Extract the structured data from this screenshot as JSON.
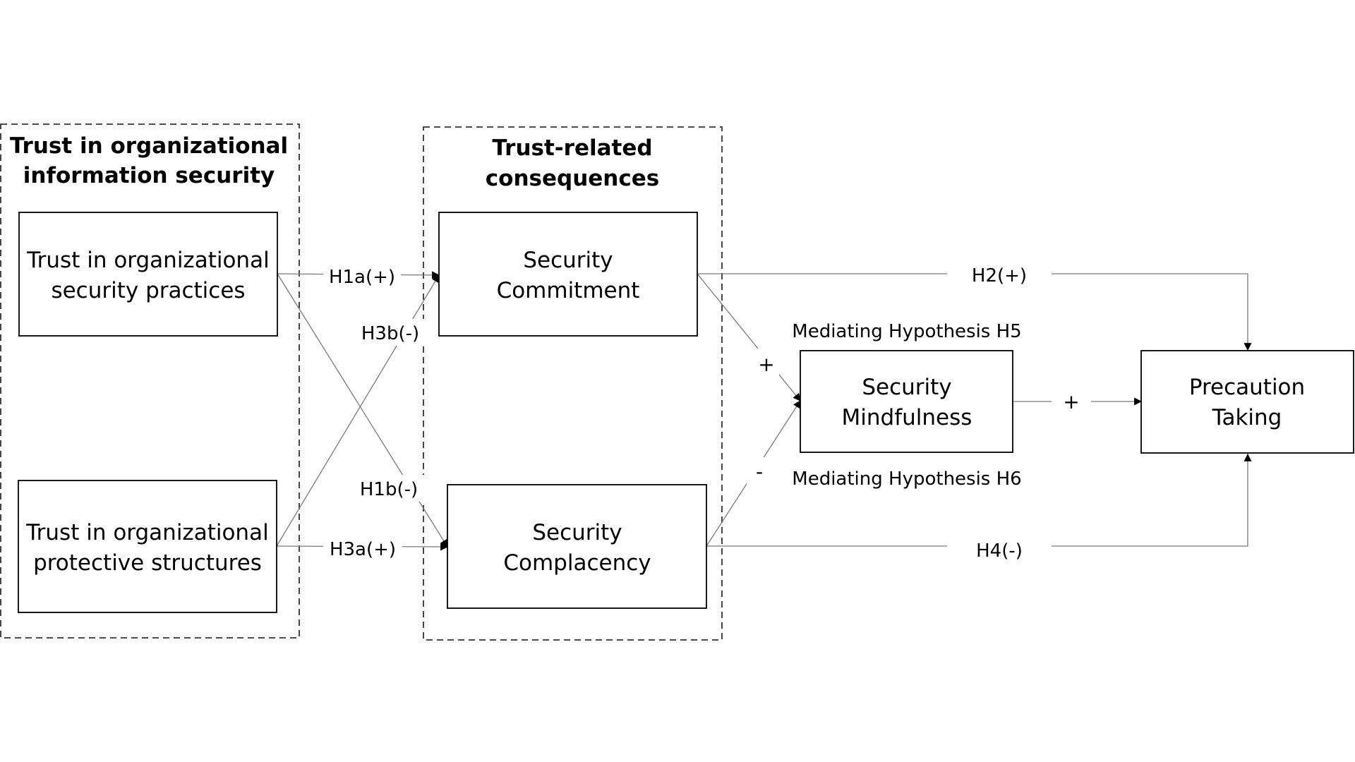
{
  "groups": {
    "trust": {
      "title_line1": "Trust in organizational",
      "title_line2": "information security"
    },
    "consequences": {
      "title_line1": "Trust-related",
      "title_line2": "consequences"
    }
  },
  "nodes": {
    "practices": {
      "line1": "Trust in organizational",
      "line2": "security practices"
    },
    "structures": {
      "line1": "Trust in organizational",
      "line2": "protective structures"
    },
    "commitment": {
      "line1": "Security",
      "line2": "Commitment"
    },
    "complacency": {
      "line1": "Security",
      "line2": "Complacency"
    },
    "mindfulness": {
      "line1": "Security",
      "line2": "Mindfulness"
    },
    "precaution": {
      "line1": "Precaution",
      "line2": "Taking"
    }
  },
  "edge_labels": {
    "h1a": "H1a(+)",
    "h1b": "H1b(-)",
    "h3a": "H3a(+)",
    "h3b": "H3b(-)",
    "h2": "H2(+)",
    "h4": "H4(-)",
    "commit_to_mind": "+",
    "compl_to_mind": "-",
    "mind_to_prec": "+"
  },
  "notes": {
    "h5": "Mediating Hypothesis H5",
    "h6": "Mediating Hypothesis H6"
  }
}
